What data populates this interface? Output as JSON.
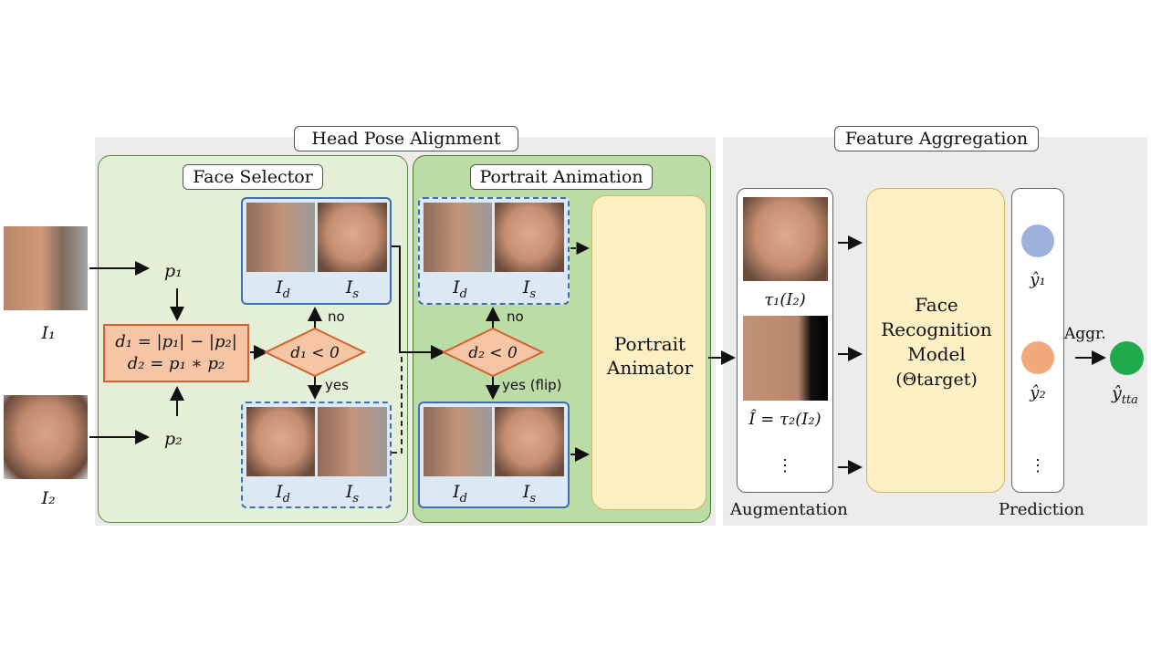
{
  "sections": {
    "head_pose_alignment": "Head Pose Alignment",
    "feature_aggregation": "Feature Aggregation",
    "face_selector": "Face Selector",
    "portrait_animation": "Portrait Animation"
  },
  "inputs": {
    "i1": "I₁",
    "i2": "I₂",
    "p1": "p₁",
    "p2": "p₂"
  },
  "equations": {
    "d1": "d₁ = |p₁| − |p₂|",
    "d2": "d₂ = p₁ ∗ p₂"
  },
  "decisions": {
    "d1_test": "d₁ < 0",
    "d2_test": "d₂ < 0",
    "no1": "no",
    "yes1": "yes",
    "no2": "no",
    "yes2": "yes (flip)"
  },
  "image_labels": {
    "id": "Id",
    "is": "Is"
  },
  "animator": {
    "line1": "Portrait",
    "line2": "Animator"
  },
  "augmentation": {
    "tau1": "τ₁(I₂)",
    "tau2": "Î = τ₂(I₂)",
    "ellipsis": "⋮",
    "caption": "Augmentation"
  },
  "model": {
    "line1": "Face",
    "line2": "Recognition",
    "line3": "Model",
    "line4": "(Θtarget)"
  },
  "prediction": {
    "y1": "ŷ₁",
    "y2": "ŷ₂",
    "ellipsis": "⋮",
    "caption": "Prediction",
    "aggr": "Aggr.",
    "ytta": "ŷtta"
  },
  "colors": {
    "pred1": "#9db0de",
    "pred2": "#f2a97c",
    "final": "#1faa4b",
    "accent_blue": "#3f6fb0",
    "accent_orange": "#d4622c",
    "accent_green": "#5a8a3c"
  }
}
